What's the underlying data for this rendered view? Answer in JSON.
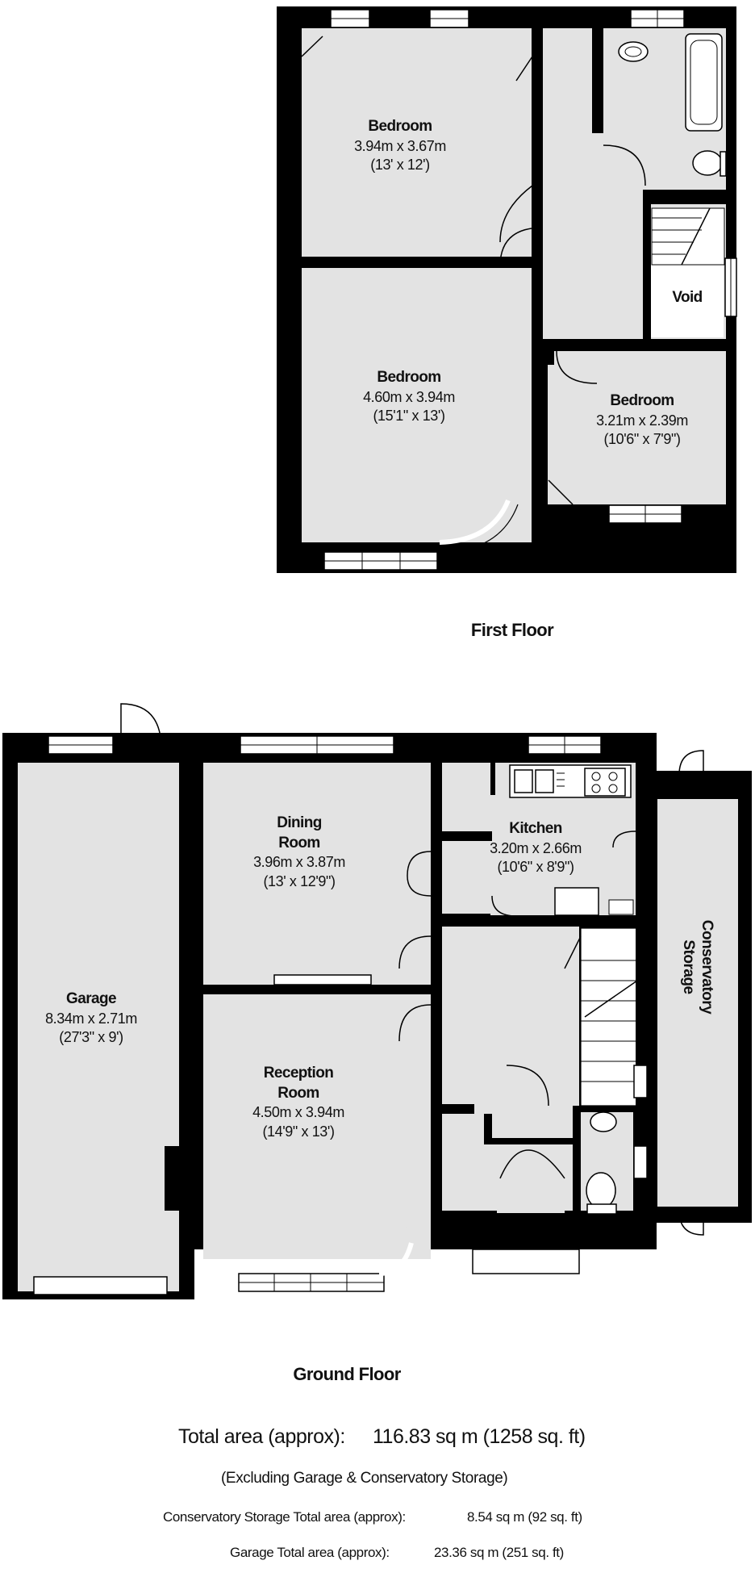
{
  "first_floor": {
    "title": "First Floor",
    "rooms": [
      {
        "name": "Bedroom",
        "dims": "3.94m x 3.67m",
        "imperial": "(13' x 12')"
      },
      {
        "name": "Bedroom",
        "dims": "4.60m x 3.94m",
        "imperial": "(15'1\" x 13')"
      },
      {
        "name": "Bedroom",
        "dims": "3.21m x 2.39m",
        "imperial": "(10'6\" x 7'9\")"
      }
    ],
    "void_label": "Void"
  },
  "ground_floor": {
    "title": "Ground Floor",
    "rooms": [
      {
        "name": "Garage",
        "dims": "8.34m x 2.71m",
        "imperial": "(27'3\" x 9')"
      },
      {
        "name": "Dining",
        "name2": "Room",
        "dims": "3.96m x 3.87m",
        "imperial": "(13' x 12'9\")"
      },
      {
        "name": "Kitchen",
        "dims": "3.20m x 2.66m",
        "imperial": "(10'6\" x 8'9\")"
      },
      {
        "name": "Reception",
        "name2": "Room",
        "dims": "4.50m x 3.94m",
        "imperial": "(14'9\" x 13')"
      }
    ],
    "conservatory": {
      "line1": "Conservatory",
      "line2": "Storage"
    }
  },
  "summary": {
    "total_label": "Total area (approx):",
    "total_value": "116.83 sq m (1258 sq. ft)",
    "excluding": "(Excluding Garage & Conservatory Storage)",
    "conservatory_label": "Conservatory Storage Total area (approx):",
    "conservatory_value": "8.54 sq m (92 sq. ft)",
    "garage_label": "Garage Total area (approx):",
    "garage_value": "23.36 sq m (251 sq. ft)"
  },
  "colors": {
    "wall": "#000000",
    "floor": "#e3e3e3",
    "window": "#ffffff",
    "background": "#ffffff"
  }
}
